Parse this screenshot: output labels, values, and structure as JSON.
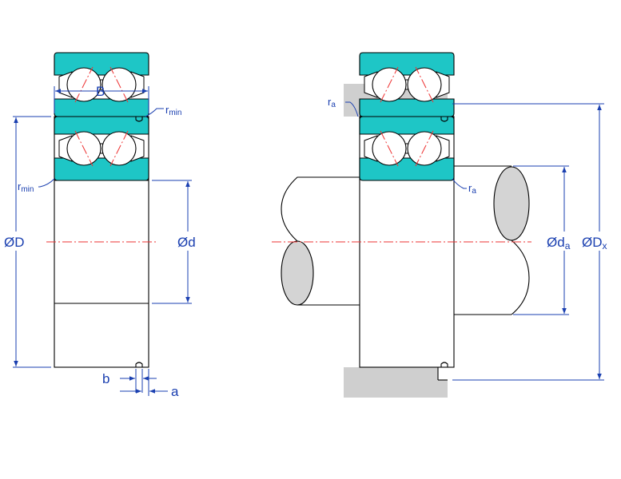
{
  "labels": {
    "B": "B",
    "r_min_top": {
      "main": "r",
      "sub": "min"
    },
    "r_min_left": {
      "main": "r",
      "sub": "min"
    },
    "OD": "ØD",
    "d": "Ød",
    "b": "b",
    "a": "a",
    "ra_top": {
      "main": "r",
      "sub": "a"
    },
    "ra_right": {
      "main": "r",
      "sub": "a"
    },
    "da": {
      "main": "Ød",
      "sub": "a"
    },
    "Dx": {
      "main": "ØD",
      "sub": "x"
    }
  },
  "colors": {
    "dimension": "#1a3fb0",
    "ring": "#1ec6c6",
    "centerline": "#e33333",
    "housing": "#cfcfcf",
    "shaft_end": "#d4d4d4"
  }
}
